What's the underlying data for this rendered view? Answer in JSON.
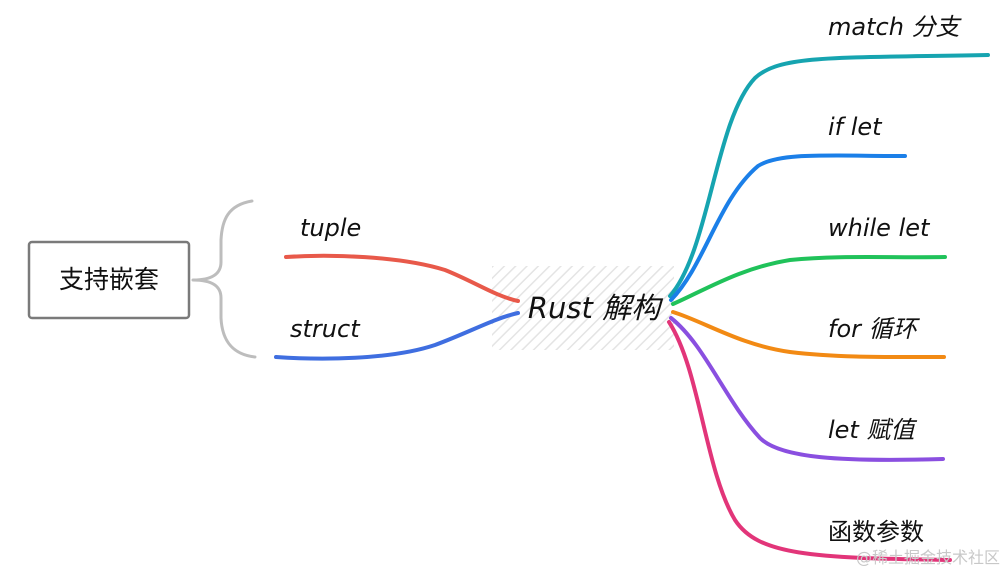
{
  "center": {
    "label": "Rust 解构"
  },
  "side_note": {
    "label": "支持嵌套"
  },
  "left_branches": [
    {
      "label": "tuple",
      "color": "#e8594a"
    },
    {
      "label": "struct",
      "color": "#3f6ee0"
    }
  ],
  "right_branches": [
    {
      "label": "match 分支",
      "color": "#16a4b0"
    },
    {
      "label": "if let",
      "color": "#1b7fe8"
    },
    {
      "label": "while let",
      "color": "#20c25a"
    },
    {
      "label": "for 循环",
      "color": "#f28a14"
    },
    {
      "label": "let 赋值",
      "color": "#8a4fe0"
    },
    {
      "label": "函数参数",
      "color": "#e23579"
    }
  ],
  "watermark": {
    "text": "@稀土掘金技术社区"
  }
}
